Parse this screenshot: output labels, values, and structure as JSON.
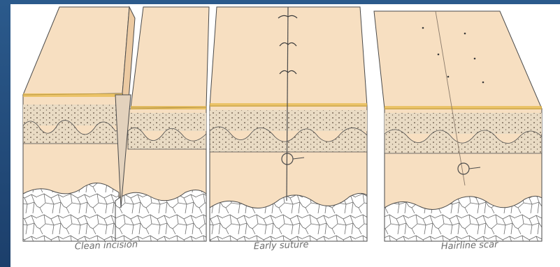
{
  "panels": [
    {
      "id": "clean-incision",
      "caption": "Clean incision"
    },
    {
      "id": "early-suture",
      "caption": "Early suture"
    },
    {
      "id": "hairline-scar",
      "caption": "Hairline scar"
    }
  ],
  "colors": {
    "background": "#24507f",
    "skin": "#f7dfc1",
    "skin_dark": "#eccaa2",
    "dermis_band": "#e9d9c0",
    "fat": "#ffffff",
    "line": "#4a4a4a",
    "stripe": "#e7b94a"
  }
}
